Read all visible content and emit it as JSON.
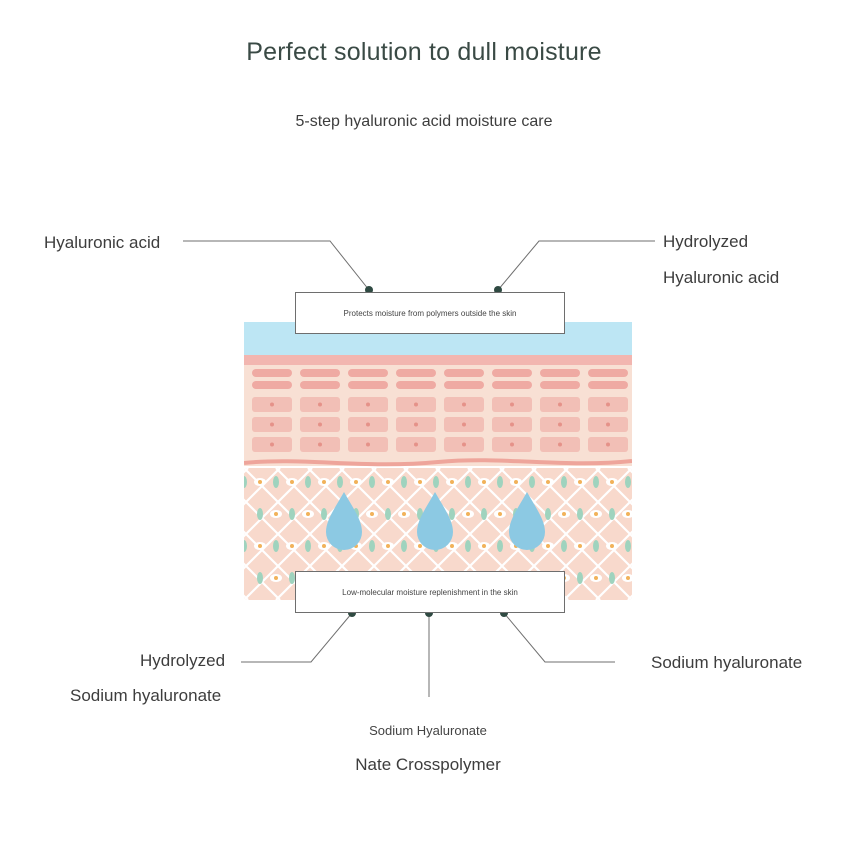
{
  "header": {
    "title": "Perfect solution to dull moisture",
    "subtitle": "5-step hyaluronic acid moisture care"
  },
  "callouts": {
    "top": "Protects moisture from polymers outside the skin",
    "bottom": "Low-molecular moisture replenishment in the skin"
  },
  "ingredients": {
    "top_left": "Hyaluronic acid",
    "top_right_line1": "Hydrolyzed",
    "top_right_line2": "Hyaluronic acid",
    "bottom_left_line1": "Hydrolyzed",
    "bottom_left_line2": "Sodium hyaluronate",
    "bottom_right": "Sodium hyaluronate",
    "bottom_center_line1": "Sodium Hyaluronate",
    "bottom_center_line2": "Nate Crosspolymer"
  },
  "colors": {
    "surface_layer": "#bde6f4",
    "epidermis": "#f7d8cc",
    "cells": "#f2bfb6",
    "dermis": "#f8d9cc",
    "droplet": "#8cc9e3",
    "leader": "#6f6f6f",
    "dot": "#2f4a42"
  }
}
